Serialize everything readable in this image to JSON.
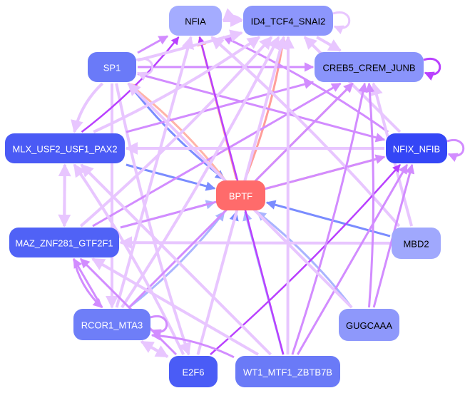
{
  "title": "Regulatory network",
  "colors": {
    "edge_light": "#e8c6ff",
    "edge_mid": "#d28cff",
    "edge_strong": "#b940ff",
    "edge_salmon": "#ff9e9a",
    "edge_peach": "#ffb4a8",
    "edge_blue": "#7a8cff",
    "edge_blue_light": "#a9b4ff"
  },
  "nodes": [
    {
      "id": "NFIA",
      "label": "NFIA",
      "fill": "#a4acff",
      "text_color": "#000000"
    },
    {
      "id": "ID4",
      "label": "ID4_TCF4_SNAI2",
      "fill": "#8c96fc",
      "text_color": "#000000"
    },
    {
      "id": "SP1",
      "label": "SP1",
      "fill": "#6a7af8",
      "text_color": "#ffffff"
    },
    {
      "id": "CREB5",
      "label": "CREB5_CREM_JUNB",
      "fill": "#8a94fb",
      "text_color": "#000000"
    },
    {
      "id": "MLX",
      "label": "MLX_USF2_USF1_PAX2",
      "fill": "#4a5af5",
      "text_color": "#ffffff"
    },
    {
      "id": "NFIX",
      "label": "NFIX_NFIB",
      "fill": "#3446f6",
      "text_color": "#ffffff"
    },
    {
      "id": "BPTF",
      "label": "BPTF",
      "fill": "#ff6b6b",
      "text_color": "#ffffff"
    },
    {
      "id": "MAZ",
      "label": "MAZ_ZNF281_GTF2F1",
      "fill": "#5062f6",
      "text_color": "#ffffff"
    },
    {
      "id": "MBD2",
      "label": "MBD2",
      "fill": "#a0a8fd",
      "text_color": "#000000"
    },
    {
      "id": "RCOR1",
      "label": "RCOR1_MTA3",
      "fill": "#6e7ef8",
      "text_color": "#ffffff"
    },
    {
      "id": "GUGCAAA",
      "label": "GUGCAAA",
      "fill": "#8e98fb",
      "text_color": "#000000"
    },
    {
      "id": "E2F6",
      "label": "E2F6",
      "fill": "#4a5cf6",
      "text_color": "#ffffff"
    },
    {
      "id": "WT1",
      "label": "WT1_MTF1_ZBTB7B",
      "fill": "#6a7af7",
      "text_color": "#ffffff"
    }
  ],
  "edges": [
    {
      "from": "SP1",
      "to": "BPTF",
      "color": "edge_blue"
    },
    {
      "from": "MLX",
      "to": "BPTF",
      "color": "edge_blue"
    },
    {
      "from": "MAZ",
      "to": "BPTF",
      "color": "edge_blue_light"
    },
    {
      "from": "RCOR1",
      "to": "BPTF",
      "color": "edge_blue_light"
    },
    {
      "from": "E2F6",
      "to": "BPTF",
      "color": "edge_blue"
    },
    {
      "from": "WT1",
      "to": "BPTF",
      "color": "edge_blue_light"
    },
    {
      "from": "GUGCAAA",
      "to": "BPTF",
      "color": "edge_blue_light"
    },
    {
      "from": "MBD2",
      "to": "BPTF",
      "color": "edge_blue"
    },
    {
      "from": "BPTF",
      "to": "NFIA",
      "color": "edge_salmon"
    },
    {
      "from": "BPTF",
      "to": "ID4",
      "color": "edge_salmon"
    },
    {
      "from": "BPTF",
      "to": "CREB5",
      "color": "edge_peach"
    },
    {
      "from": "BPTF",
      "to": "NFIX",
      "color": "edge_salmon"
    },
    {
      "from": "BPTF",
      "to": "SP1",
      "color": "edge_peach"
    },
    {
      "from": "SP1",
      "to": "CREB5",
      "color": "edge_mid"
    },
    {
      "from": "SP1",
      "to": "NFIX",
      "color": "edge_mid"
    },
    {
      "from": "SP1",
      "to": "MLX",
      "color": "edge_light"
    },
    {
      "from": "SP1",
      "to": "NFIA",
      "color": "edge_mid"
    },
    {
      "from": "SP1",
      "to": "RCOR1",
      "color": "edge_light"
    },
    {
      "from": "SP1",
      "to": "E2F6",
      "color": "edge_light"
    },
    {
      "from": "MLX",
      "to": "MAZ",
      "color": "edge_light"
    },
    {
      "from": "MAZ",
      "to": "MLX",
      "color": "edge_light"
    },
    {
      "from": "MLX",
      "to": "NFIA",
      "color": "edge_strong"
    },
    {
      "from": "MLX",
      "to": "CREB5",
      "color": "edge_mid"
    },
    {
      "from": "NFIX",
      "to": "MLX",
      "color": "edge_light"
    },
    {
      "from": "NFIX",
      "to": "NFIA",
      "color": "edge_mid"
    },
    {
      "from": "NFIX",
      "to": "ID4",
      "color": "edge_light"
    },
    {
      "from": "MAZ",
      "to": "CREB5",
      "color": "edge_mid"
    },
    {
      "from": "MAZ",
      "to": "ID4",
      "color": "edge_light"
    },
    {
      "from": "MAZ",
      "to": "NFIX",
      "color": "edge_mid"
    },
    {
      "from": "MBD2",
      "to": "MAZ",
      "color": "edge_light"
    },
    {
      "from": "MBD2",
      "to": "NFIA",
      "color": "edge_light"
    },
    {
      "from": "MBD2",
      "to": "CREB5",
      "color": "edge_light"
    },
    {
      "from": "RCOR1",
      "to": "MAZ",
      "color": "edge_mid"
    },
    {
      "from": "MAZ",
      "to": "RCOR1",
      "color": "edge_mid"
    },
    {
      "from": "RCOR1",
      "to": "NFIA",
      "color": "edge_light"
    },
    {
      "from": "RCOR1",
      "to": "CREB5",
      "color": "edge_mid"
    },
    {
      "from": "RCOR1",
      "to": "ID4",
      "color": "edge_light"
    },
    {
      "from": "RCOR1",
      "to": "E2F6",
      "color": "edge_light"
    },
    {
      "from": "E2F6",
      "to": "RCOR1",
      "color": "edge_light"
    },
    {
      "from": "E2F6",
      "to": "NFIX",
      "color": "edge_strong"
    },
    {
      "from": "E2F6",
      "to": "ID4",
      "color": "edge_light"
    },
    {
      "from": "E2F6",
      "to": "MAZ",
      "color": "edge_mid"
    },
    {
      "from": "E2F6",
      "to": "MLX",
      "color": "edge_light"
    },
    {
      "from": "WT1",
      "to": "ID4",
      "color": "edge_light"
    },
    {
      "from": "WT1",
      "to": "NFIX",
      "color": "edge_mid"
    },
    {
      "from": "WT1",
      "to": "CREB5",
      "color": "edge_mid"
    },
    {
      "from": "WT1",
      "to": "NFIA",
      "color": "edge_strong"
    },
    {
      "from": "WT1",
      "to": "MAZ",
      "color": "edge_light"
    },
    {
      "from": "WT1",
      "to": "RCOR1",
      "color": "edge_mid"
    },
    {
      "from": "WT1",
      "to": "MLX",
      "color": "edge_light"
    },
    {
      "from": "GUGCAAA",
      "to": "NFIX",
      "color": "edge_mid"
    },
    {
      "from": "GUGCAAA",
      "to": "CREB5",
      "color": "edge_mid"
    },
    {
      "from": "GUGCAAA",
      "to": "SP1",
      "color": "edge_light"
    },
    {
      "from": "ID4",
      "to": "CREB5",
      "color": "edge_light"
    },
    {
      "from": "ID4",
      "to": "NFIA",
      "color": "edge_light"
    },
    {
      "from": "NFIA",
      "to": "ID4",
      "color": "edge_light"
    },
    {
      "from": "SP1",
      "to": "ID4",
      "color": "edge_light"
    },
    {
      "from": "MLX",
      "to": "ID4",
      "color": "edge_light"
    }
  ],
  "self_loops": [
    {
      "node": "ID4",
      "color": "edge_light"
    },
    {
      "node": "CREB5",
      "color": "edge_strong"
    },
    {
      "node": "NFIX",
      "color": "edge_mid"
    },
    {
      "node": "RCOR1",
      "color": "edge_mid"
    },
    {
      "node": "SP1",
      "color": "edge_light"
    }
  ]
}
